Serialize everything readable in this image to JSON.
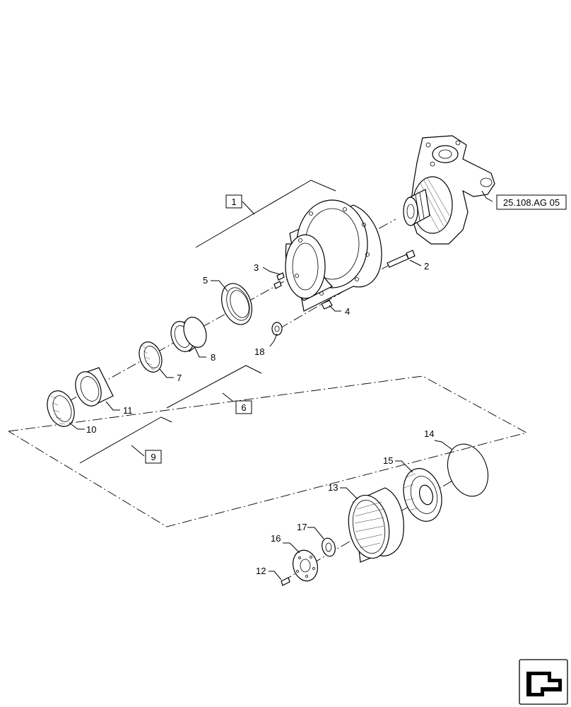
{
  "diagram": {
    "callouts": {
      "c1": "1",
      "c2": "2",
      "c3": "3",
      "c4": "4",
      "c5": "5",
      "c6": "6",
      "c7": "7",
      "c8": "8",
      "c9": "9",
      "c10": "10",
      "c11": "11",
      "c12": "12",
      "c13": "13",
      "c14": "14",
      "c15": "15",
      "c16": "16",
      "c17": "17",
      "c18": "18"
    },
    "reference": "25.108.AG 05"
  }
}
